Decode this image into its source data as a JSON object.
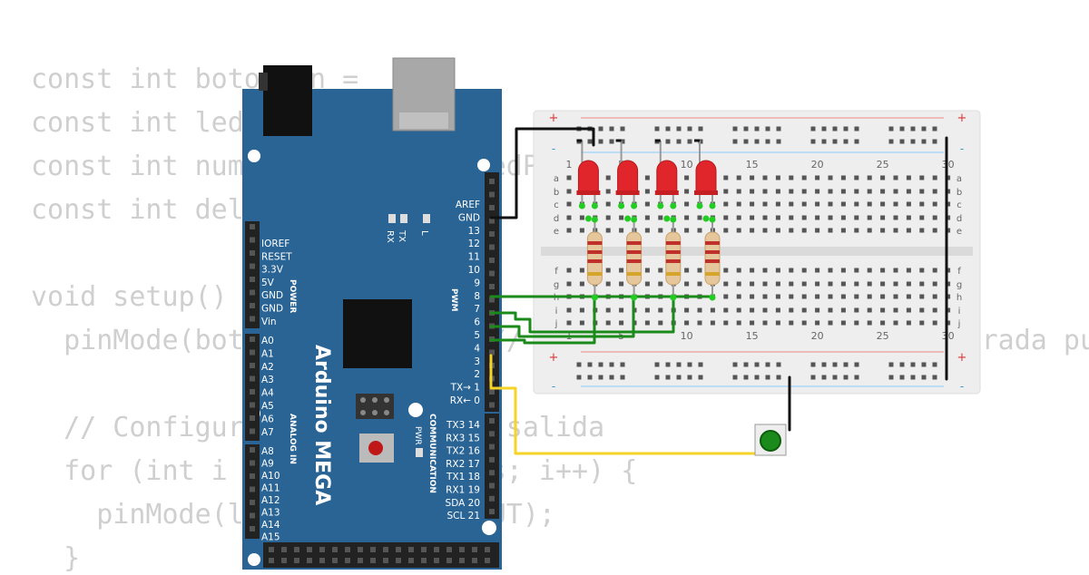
{
  "code_lines": [
    "const int botonPin = ",
    "const int ledPins[] = {",
    "const int numLeds = sizeof(ledPins) / sizeof(ledPins[0]);",
    "const int delayTime = ",
    "",
    "void setup() {",
    "  pinMode(botonPin, INPUT); // Configura el boton como entrada pu",
    "",
    "  // Configura los LEDs como salida",
    "  for (int i = 0; i < numLeds; i++) {",
    "    pinMode(ledPins[i], OUTPUT);",
    "  }"
  ],
  "board": {
    "name": "Arduino MEGA",
    "power_header_labels": [
      "IOREF",
      "RESET",
      "3.3V",
      "5V",
      "GND",
      "GND",
      "Vin"
    ],
    "power_section_label": "POWER",
    "analog_labels": [
      "A0",
      "A1",
      "A2",
      "A3",
      "A4",
      "A5",
      "A6",
      "A7",
      "A8",
      "A9",
      "A10",
      "A11",
      "A12",
      "A13",
      "A14",
      "A15"
    ],
    "analog_section_label": "ANALOG IN",
    "pwm_labels": [
      "AREF",
      "GND",
      "13",
      "12",
      "11",
      "10",
      "9",
      "8",
      "7",
      "6",
      "5",
      "4",
      "3",
      "2",
      "TX→ 1",
      "RX← 0"
    ],
    "pwm_section_label": "PWM",
    "comm_labels": [
      "TX3 14",
      "RX3 15",
      "TX2 16",
      "RX2 17",
      "TX1 18",
      "RX1 19",
      "SDA 20",
      "SCL 21"
    ],
    "comm_section_label": "COMMUNICATION",
    "led_labels": [
      "RX",
      "TX",
      "L"
    ],
    "pwr_label": "PWR"
  },
  "breadboard": {
    "column_numbers": [
      "1",
      "5",
      "10",
      "15",
      "20",
      "25",
      "30"
    ],
    "row_letters_top": [
      "a",
      "b",
      "c",
      "d",
      "e"
    ],
    "row_letters_bottom": [
      "f",
      "g",
      "h",
      "i",
      "j"
    ],
    "rail_plus": "+",
    "rail_minus": "-"
  },
  "components": {
    "leds": [
      {
        "color": "red"
      },
      {
        "color": "red"
      },
      {
        "color": "red"
      },
      {
        "color": "red"
      }
    ],
    "resistors": 4,
    "pushbutton_color": "green"
  },
  "wire_colors": {
    "gnd": "#111111",
    "led": "#1a8a1a",
    "button": "#f5d327"
  }
}
